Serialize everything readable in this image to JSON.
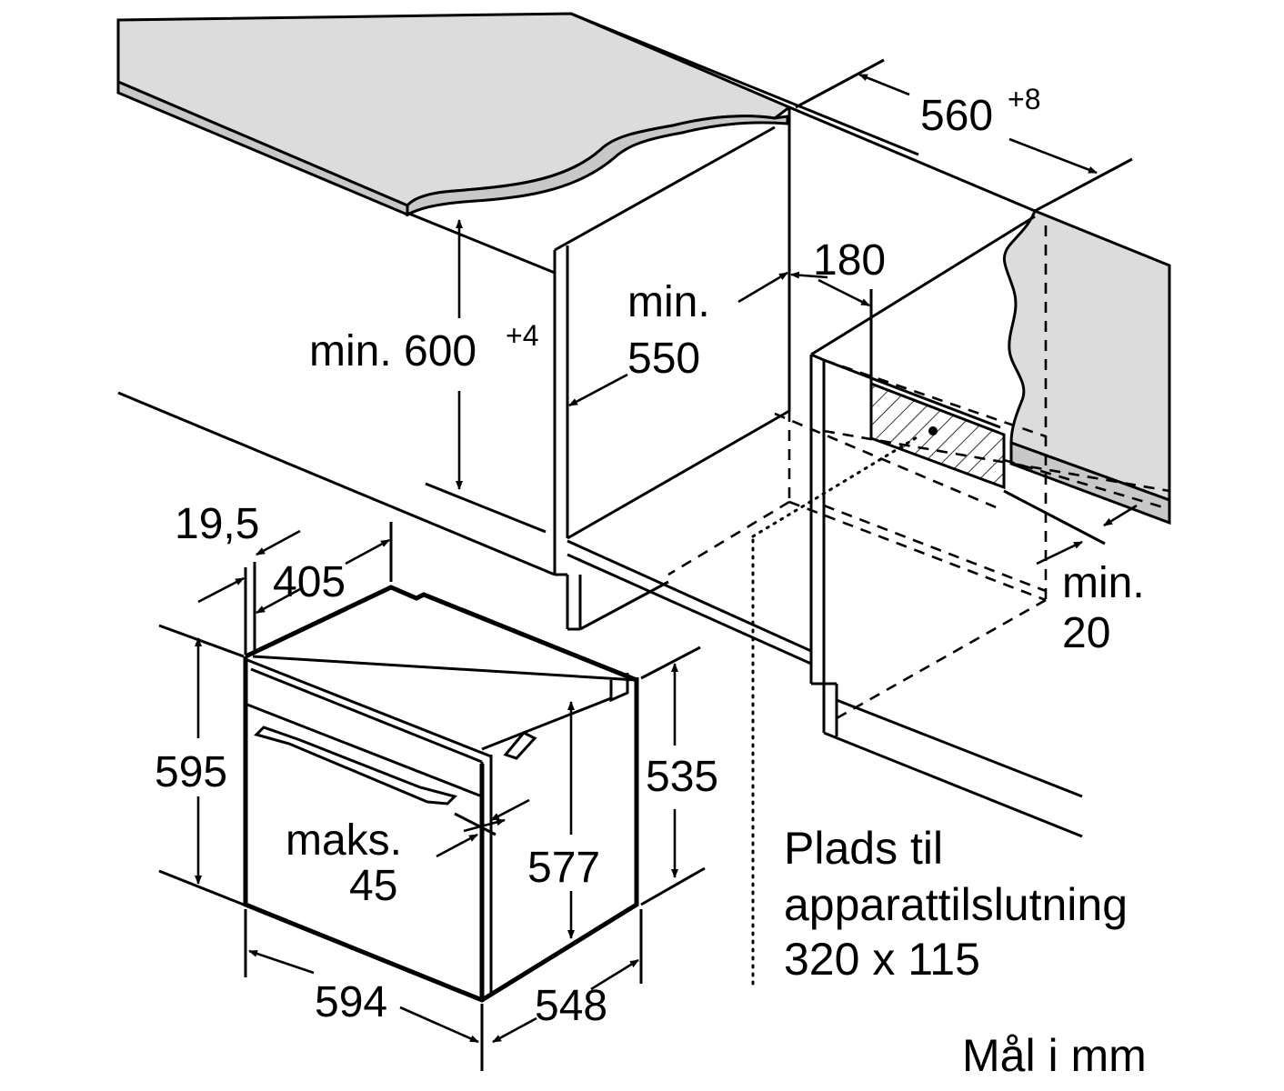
{
  "colors": {
    "countertop": "#dcdcdc",
    "stroke": "#000000",
    "background": "#ffffff"
  },
  "labels": {
    "width_top": "560",
    "width_top_tol": "+8",
    "height_min_a": "min. 600",
    "height_min_tol": "+4",
    "depth_min": "min.",
    "depth_min_val": "550",
    "vent_depth": "180",
    "gap_min": "min.",
    "gap_min_val": "20",
    "front_offset": "19,5",
    "top_depth": "405",
    "oven_height": "595",
    "inner_height": "535",
    "max_label": "maks.",
    "max_val": "45",
    "door_height": "577",
    "oven_width": "594",
    "oven_depth": "548",
    "connection_line1": "Plads til",
    "connection_line2": "apparattilslutning",
    "connection_line3": "320 x 115",
    "units": "Mål i mm"
  }
}
